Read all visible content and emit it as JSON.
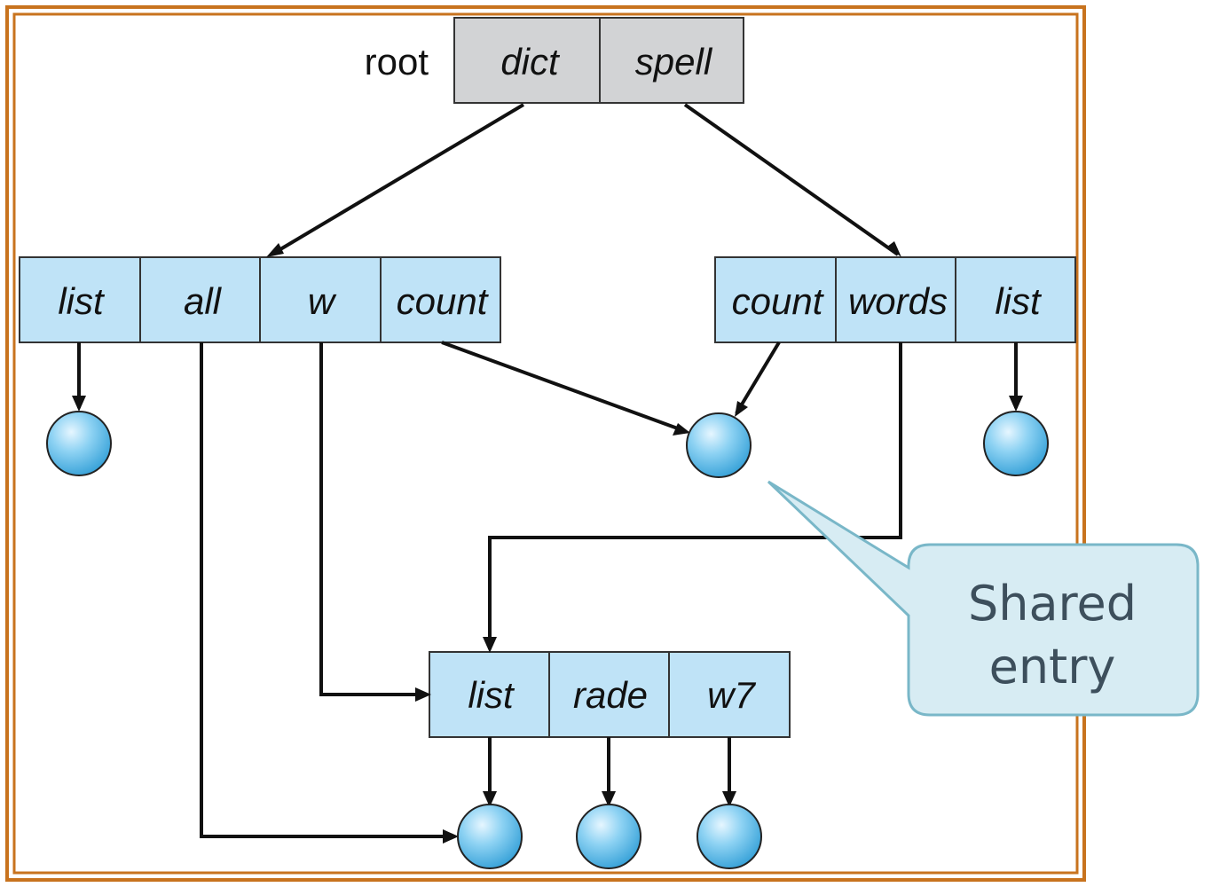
{
  "root": {
    "label": "root",
    "cells": [
      "dict",
      "spell"
    ],
    "fill": "#d2d3d5"
  },
  "dict_dir": {
    "cells": [
      "list",
      "all",
      "w",
      "count"
    ]
  },
  "spell_dir": {
    "cells": [
      "count",
      "words",
      "list"
    ]
  },
  "words_dir": {
    "cells": [
      "list",
      "rade",
      "w7"
    ]
  },
  "callout": {
    "line1": "Shared",
    "line2": "entry"
  },
  "colors": {
    "frame": "#c8731e",
    "cell_fill": "#bfe3f7",
    "node_fill": "#5ab8e8",
    "callout_fill": "#d7ecf3",
    "callout_stroke": "#79b7c8"
  }
}
